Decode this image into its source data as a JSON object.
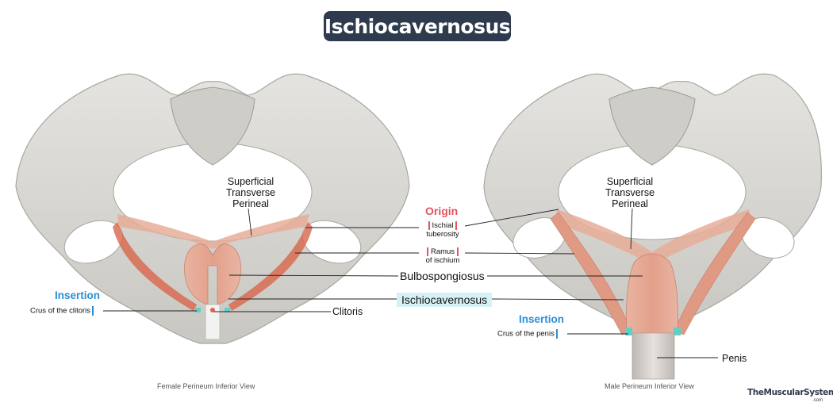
{
  "title": "Ischiocavernosus",
  "labels": {
    "superficial_transverse_perineal": [
      "Superficial",
      "Transverse",
      "Perineal"
    ],
    "origin_heading": "Origin",
    "ischial_tuberosity": [
      "Ischial",
      "tuberosity"
    ],
    "ramus_of_ischium": [
      "Ramus",
      "of ischium"
    ],
    "bulbospongiosus": "Bulbospongiosus",
    "ischiocavernosus": "Ischiocavernosus",
    "clitoris": "Clitoris",
    "penis": "Penis",
    "insertion_heading": "Insertion",
    "crus_of_clitoris": "Crus of the clitoris",
    "crus_of_penis": "Crus of the penis"
  },
  "captions": {
    "female": "Female Perineum Inferior View",
    "male": "Male Perineum Inferior View"
  },
  "brand": {
    "name": "TheMuscularSystem",
    "suffix": ".com"
  },
  "colors": {
    "title_bg": "#2e3a4d",
    "origin": "#e05560",
    "insertion": "#2a8fd6",
    "highlight_bg": "#d6f1f6",
    "bone": "#d8d6d1",
    "muscle": "#e3a48e",
    "muscle_dark": "#d9654b"
  }
}
